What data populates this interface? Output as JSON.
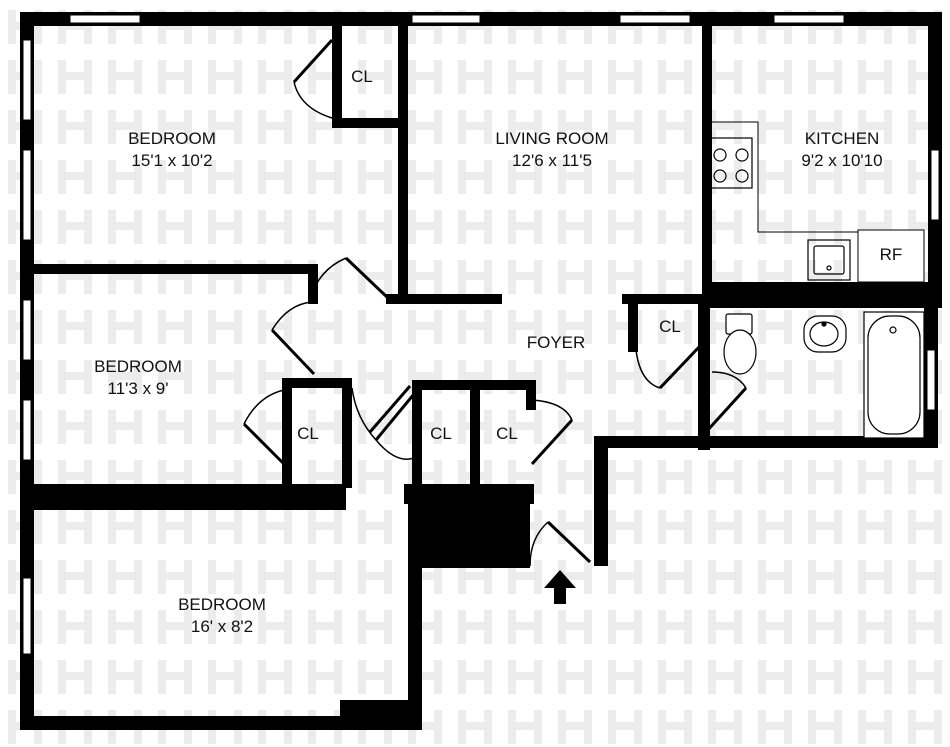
{
  "rooms": {
    "bedroom_1": {
      "name": "BEDROOM",
      "dims": "15'1 x 10'2"
    },
    "living_room": {
      "name": "LIVING ROOM",
      "dims": "12'6 x 11'5"
    },
    "kitchen": {
      "name": "KITCHEN",
      "dims": "9'2 x 10'10"
    },
    "bedroom_2": {
      "name": "BEDROOM",
      "dims": "11'3 x 9'"
    },
    "bedroom_3": {
      "name": "BEDROOM",
      "dims": "16' x 8'2"
    },
    "foyer": {
      "name": "FOYER"
    }
  },
  "closets": {
    "cl_bedroom1": "CL",
    "cl_bedroom2": "CL",
    "cl_hall_a": "CL",
    "cl_hall_b": "CL",
    "cl_foyer": "CL"
  },
  "kitchen_fixtures": {
    "refrigerator": "RF"
  },
  "icons": {
    "entry": "entry-arrow-icon",
    "stove": "stove-icon",
    "sink": "sink-icon",
    "toilet": "toilet-icon",
    "bathtub": "bathtub-icon"
  },
  "colors": {
    "wall": "#000000",
    "watermark": "#e9e9e9",
    "background": "#ffffff"
  }
}
